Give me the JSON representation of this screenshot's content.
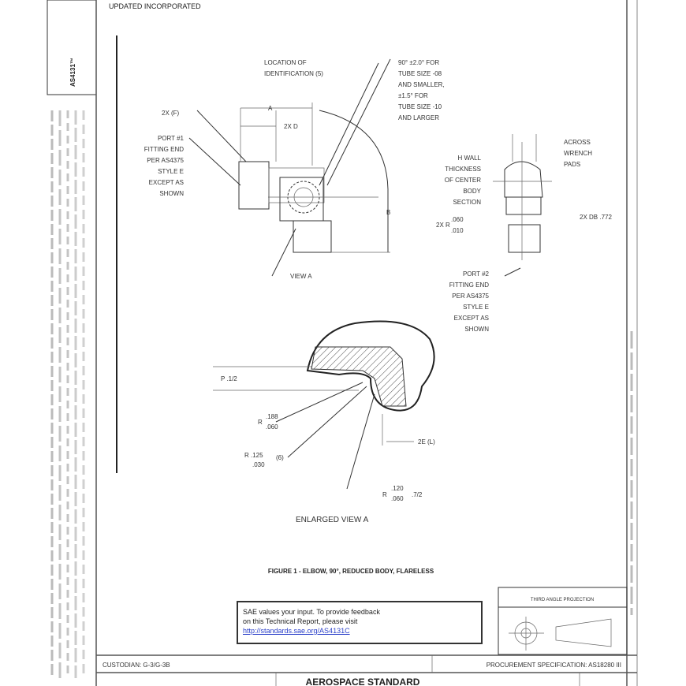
{
  "document": {
    "id_tab": "AS4131™",
    "top_text": "UPDATED INCORPORATED",
    "labels": {
      "location_id": [
        "LOCATION OF",
        "IDENTIFICATION (5)"
      ],
      "angle_note": [
        "90° ±2.0° FOR",
        "TUBE SIZE -08",
        "AND SMALLER,",
        "±1.5° FOR",
        "TUBE SIZE -10",
        "AND LARGER"
      ],
      "dim_a": "A",
      "dim_2x_f": "2X (F)",
      "dim_2x_d": "2X D",
      "port1": [
        "PORT #1",
        "FITTING END",
        "PER AS4375",
        "STYLE E",
        "EXCEPT AS",
        "SHOWN"
      ],
      "dim_b": "B",
      "view_a": "VIEW A",
      "across_wrench": [
        "ACROSS",
        "WRENCH",
        "PADS"
      ],
      "wall": [
        "H WALL",
        "THICKNESS",
        "OF CENTER",
        "BODY",
        "SECTION"
      ],
      "dim_2x_r": "2X R",
      "dim_2x_r_frac": [
        ".060",
        ".010"
      ],
      "dim_2x_db": "2X DB .772",
      "port2": [
        "PORT #2",
        "FITTING END",
        "PER AS4375",
        "STYLE E",
        "EXCEPT AS",
        "SHOWN"
      ],
      "dim_p": "P .1/2",
      "r1": "R",
      "r1_frac": [
        ".188",
        ".060"
      ],
      "r2": "R .125",
      "r2_sub": ".030",
      "r2_tag": "(6)",
      "dim_2e": "2E (L)",
      "r3": "R",
      "r3_frac": [
        ".120",
        ".060"
      ],
      "r3_tag": ".7/2",
      "enlarged_view": "ENLARGED VIEW A",
      "figure_caption": "FIGURE 1 - ELBOW, 90°, REDUCED BODY, FLARELESS"
    },
    "projection_label": "THIRD ANGLE PROJECTION",
    "feedback": {
      "line1": "SAE values your input. To provide feedback",
      "line2": "on this Technical Report, please visit",
      "link": "http://standards.sae.org/AS4131C"
    },
    "custodian": "CUSTODIAN: G-3/G-3B",
    "procurement": "PROCUREMENT SPECIFICATION: AS18280 III",
    "title_block": "AEROSPACE STANDARD"
  }
}
